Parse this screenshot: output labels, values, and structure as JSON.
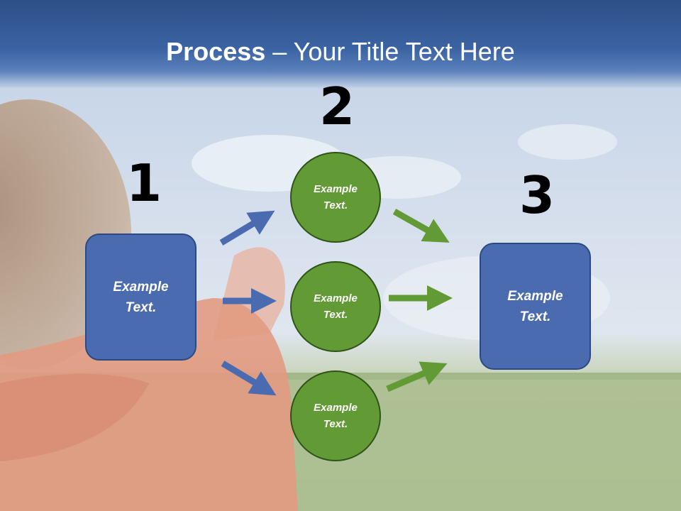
{
  "title": {
    "bold": "Process",
    "rest": " – Your Title Text Here"
  },
  "steps": {
    "one": "1",
    "two": "2",
    "three": "3"
  },
  "left_box": {
    "text": "Example\nText."
  },
  "right_box": {
    "text": "Example\nText."
  },
  "circles": [
    {
      "text": "Example\nText."
    },
    {
      "text": "Example\nText."
    },
    {
      "text": "Example\nText."
    }
  ],
  "colors": {
    "title_bar": "#3b63a3",
    "box": "#4a6bb0",
    "circle": "#629a35",
    "blue_arrow": "#4a6bb0",
    "green_arrow": "#629a35"
  }
}
